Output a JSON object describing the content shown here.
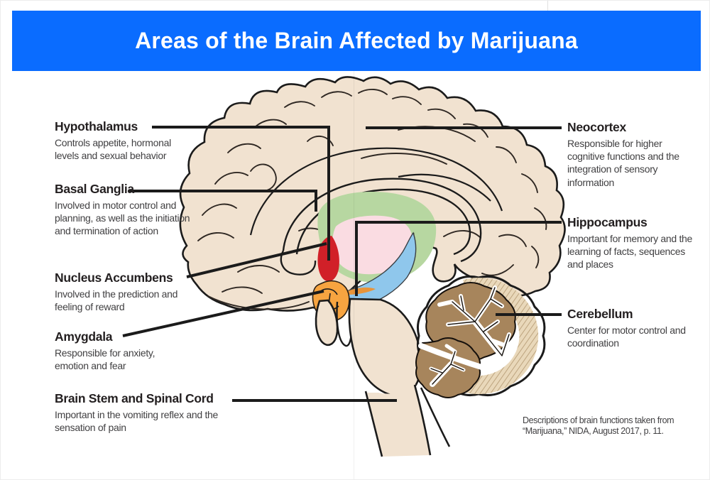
{
  "header": {
    "title": "Areas of the Brain Affected by Marijuana"
  },
  "labels": [
    {
      "id": "hypothalamus",
      "name": "Hypothalamus",
      "desc": "Controls appetite, hormonal levels and sexual behavior"
    },
    {
      "id": "basal-ganglia",
      "name": "Basal Ganglia",
      "desc": "Involved in motor control and planning, as well as the initiation and termination of action"
    },
    {
      "id": "nucleus-accumbens",
      "name": "Nucleus Accumbens",
      "desc": "Involved in the prediction and feeling of reward"
    },
    {
      "id": "amygdala",
      "name": "Amygdala",
      "desc": "Responsible for anxiety, emotion and fear"
    },
    {
      "id": "brain-stem",
      "name": "Brain Stem and Spinal Cord",
      "desc": "Important in the vomiting reflex and the sensation of pain"
    },
    {
      "id": "neocortex",
      "name": "Neocortex",
      "desc": "Responsible for higher cognitive functions and the integration of sensory information"
    },
    {
      "id": "hippocampus",
      "name": "Hippocampus",
      "desc": "Important for memory and the learning of facts, sequences and places"
    },
    {
      "id": "cerebellum",
      "name": "Cerebellum",
      "desc": "Center for motor control and coordination"
    }
  ],
  "footer": {
    "citation": "Descriptions of brain functions taken from “Marijuana,” NIDA, August 2017, p. 11."
  },
  "colors": {
    "header-bg": "#0a6cff",
    "heading-text": "#231f20",
    "body-text": "#414042",
    "ink": "#1b1b1b",
    "cortex": "#f1e2d0",
    "green": "#b7d7a1",
    "pink": "#fadce2",
    "red": "#d12028",
    "orange": "#f7a440",
    "blue": "#8fc7ec",
    "cereb-brown": "#a7855c",
    "cereb-rim": "#e9d8ba"
  }
}
